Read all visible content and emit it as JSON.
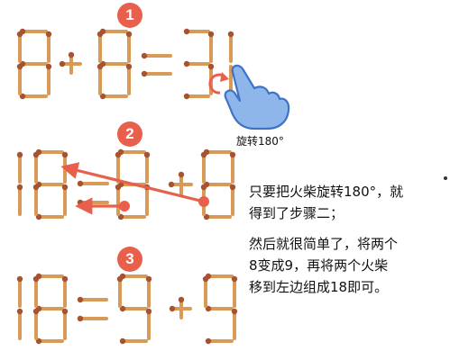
{
  "colors": {
    "match_stick": "#d99a58",
    "match_head": "#a8532f",
    "accent_red": "#e8604c",
    "hand_fill": "#8fb6ea",
    "hand_stroke": "#3f73c7"
  },
  "steps": [
    {
      "number": "1"
    },
    {
      "number": "2"
    },
    {
      "number": "3"
    }
  ],
  "rotate_label": "旋转180°",
  "icons": {
    "hand": "hand-pointer-icon",
    "rotate": "rotate-arrow-icon",
    "move": "move-arrow-icon"
  },
  "text": {
    "paragraph1": "只要把火柴旋转180°，就\n得到了步骤二；",
    "paragraph2": "然后就很简单了，将两个\n8变成9，再将两个火柴\n移到左边组成18即可。"
  }
}
